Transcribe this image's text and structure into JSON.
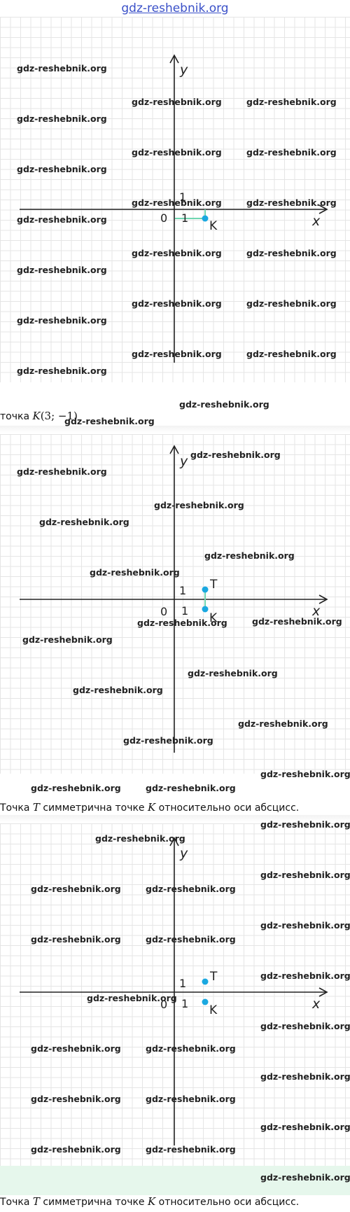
{
  "header": {
    "site": "gdz-reshebnik.org"
  },
  "watermark": "gdz-reshebnik.org",
  "axes": {
    "x_label": "x",
    "y_label": "y",
    "origin_label": "0",
    "unit_x_label": "1",
    "unit_y_label": "1"
  },
  "points": {
    "K": {
      "label": "K",
      "x": 3,
      "y": -1
    },
    "T": {
      "label": "T",
      "x": 3,
      "y": 1
    }
  },
  "colors": {
    "point": "#1aa8e0",
    "segment": "#6fd6b0",
    "axis": "#222222",
    "grid": "#e5e5e5"
  },
  "captions": {
    "c1_prefix": "точка ",
    "c1_math_name": "K",
    "c1_math_coords": "(3; −1)",
    "c2_word1": "Точка ",
    "c2_T": "T",
    "c2_mid": " симметрична точке ",
    "c2_K": "K",
    "c2_end": " относительно оси абсцисс.",
    "c3_word1": "Точка ",
    "c3_T": "T",
    "c3_mid": " симметрична точке ",
    "c3_K": "K",
    "c3_end": " относительно оси абсцисс."
  }
}
